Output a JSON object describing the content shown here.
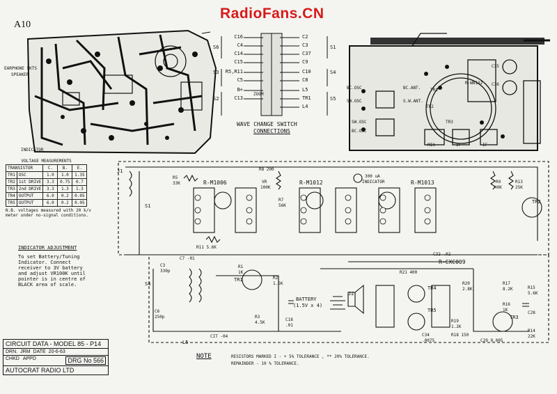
{
  "watermark": "RadioFans.CN",
  "page_id": "A10",
  "layout_labels": {
    "earphone": "EARPHONE SKTS",
    "speaker": "SPEAKER",
    "indicator": "INDICATOR"
  },
  "wave_change": {
    "caption_1": "WAVE  CHANGE  SWITCH",
    "caption_2": "CONNECTIONS",
    "left_labels": [
      "C16",
      "C4",
      "C14",
      "C15",
      "R5,R11",
      "C5",
      "B+",
      "C13"
    ],
    "right_labels": [
      "C2",
      "C3",
      "C37",
      "C9",
      "C10",
      "C8",
      "L5",
      "TR1",
      "L4"
    ],
    "section_left": [
      "S6",
      "S3",
      "S2"
    ],
    "section_right": [
      "S1",
      "S4",
      "S5"
    ],
    "zoom": "ZOOM"
  },
  "chassis_labels": [
    "R-WB132",
    "BC.OSC",
    "BC.ANT.",
    "SW.OSC",
    "S.W.ANT.",
    "SW.OSC",
    "BC.OSC",
    "MIX",
    "IF",
    "IF",
    "TR3",
    "TR2",
    "TR1",
    "C35",
    "C36"
  ],
  "voltage_table": {
    "title": "VOLTAGE  MEASUREMENTS",
    "header": [
      "TRANSISTOR",
      "C.",
      "B.",
      "E."
    ],
    "rows": [
      [
        "TR1",
        "OSC",
        "1.0",
        "1.0",
        "1.35"
      ],
      [
        "TR2",
        "1st DRIVE",
        "3.3",
        "0.75",
        "0.7"
      ],
      [
        "TR3",
        "2nd DRIVE",
        "3.3",
        "1.3",
        "1.3"
      ],
      [
        "TR4",
        "OUTPUT",
        "6.0",
        "0.2",
        "0.05"
      ],
      [
        "TR5",
        "OUTPUT",
        "6.0",
        "0.2",
        "0.05"
      ]
    ],
    "note_1": "N.B. voltages measured with 20 k/v",
    "note_2": "meter under no-signal conditions."
  },
  "indicator_adjustment": {
    "heading": "INDICATOR ADJUSTMENT",
    "lines": [
      "To set Battery/Tuning",
      "Indicator.  Connect",
      "receiver to 3V battery",
      "and adjust VR100K until",
      "pointer is in centre of",
      "BLACK area of scale."
    ]
  },
  "circuit_labels": {
    "rm1006": "R-M1006",
    "rm1012": "R-M1012",
    "rm1013": "R-M1013",
    "rcxc009": "R-CXC009",
    "r8": "R8 200",
    "vr": "VR",
    "vr_val": "100K",
    "ind": "300 uA",
    "ind2": "INDICATOR",
    "r9": "R9",
    "r9v": "40K",
    "r13": "R13",
    "r13v": "25K",
    "r7": "R7",
    "r7v": "56K",
    "r11": "R11  5.6K",
    "r5": "R5",
    "r5v": "33K",
    "c32": "C32 .02",
    "r21": "R21  400",
    "battery": "BATTERY",
    "battery_v": "(1.5V x 4)",
    "r1": "R1",
    "r1v": "1K",
    "r2": "R2",
    "r2v": "1.5K",
    "r3": "R3",
    "r3v": "4.5K",
    "c18": "C18",
    "c18v": ".01",
    "tr1": "TR1",
    "tr2": "TR2",
    "tr3": "TR3",
    "tr4": "TR4",
    "tr5": "TR5",
    "r15": "R15",
    "r15v": "5.6K",
    "r16": "R16",
    "r16v": "1K",
    "r17": "R17",
    "r17v": "8.2K",
    "r14": "R14",
    "r14v": "22K",
    "c28": "C28",
    "c29": "C29 0.005",
    "c34": "C34",
    "c34v": ".0075",
    "j1": "J1",
    "j2": "J2",
    "c3": "C3",
    "c3v": "330p",
    "c7": "C7 -01",
    "c6": "C6",
    "c6v": "250p",
    "l5": "L5",
    "s1": "S1",
    "s4": "S4",
    "ct": "CIT -04",
    "r18": "R18 150",
    "r19": "R19",
    "r19v": "1.2K",
    "r20": "R20",
    "r20v": "2.8K"
  },
  "title_block": {
    "line1": "CIRCUIT  DATA - MODEL 85 - P14",
    "drn_label": "DRN.",
    "drn_value": "JRM",
    "date_label": "DATE",
    "date_value": "20-6-63",
    "chkd": "CHKD",
    "appd": "APPD",
    "drg": "DRG No 566",
    "company": "AUTOCRAT  RADIO  LTD"
  },
  "note": {
    "label": "NOTE",
    "line1": "RESISTORS  MARKED  I - + 5%  TOLERANCE , ** 20%  TOLERANCE.",
    "line2": "REMAINDER  - 10 %  TOLERANCE."
  }
}
